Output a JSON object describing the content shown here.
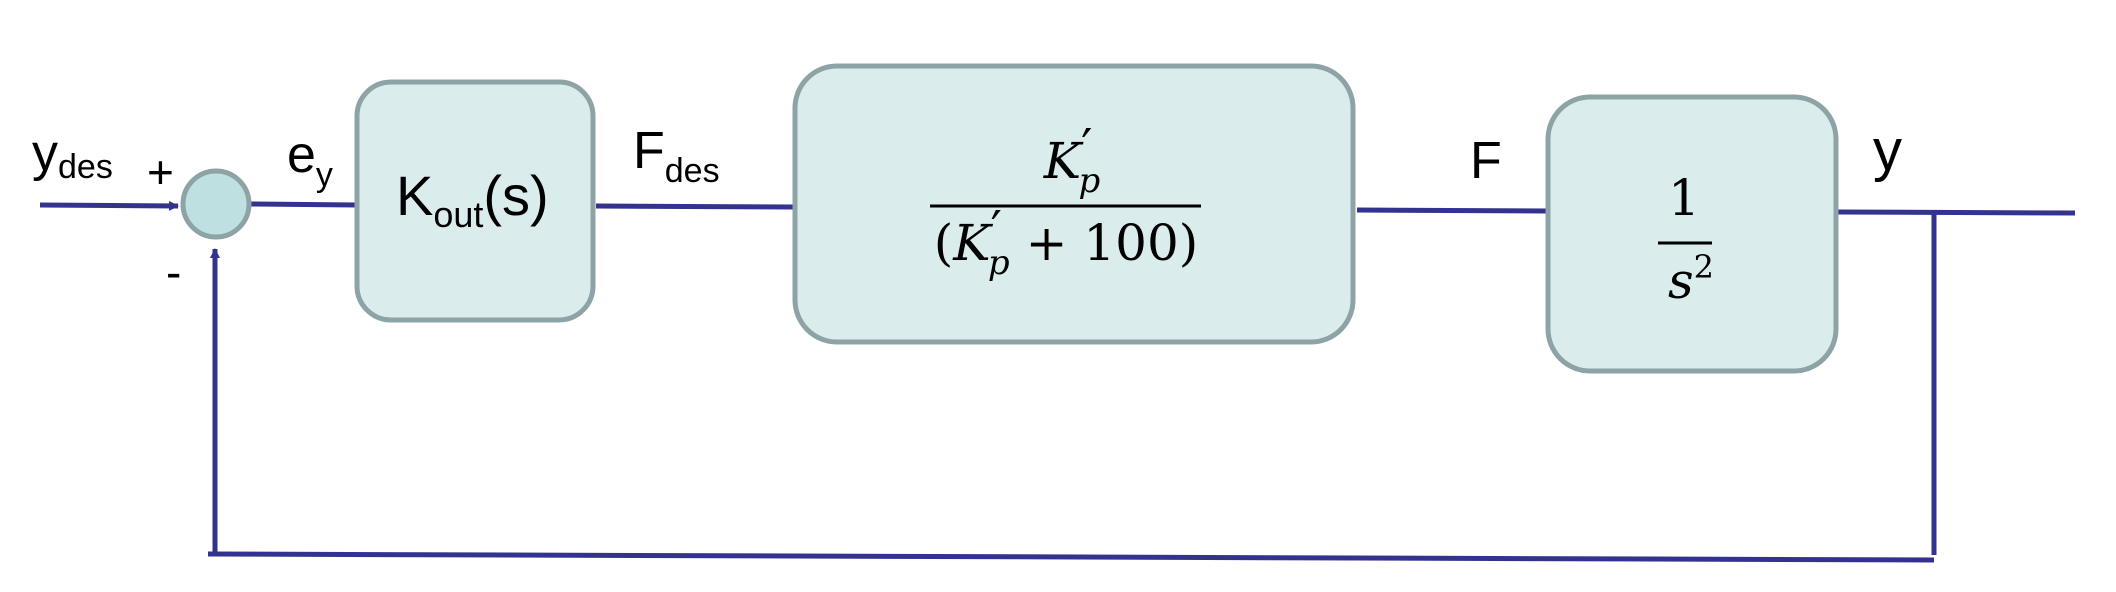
{
  "colors": {
    "line": "#33338f",
    "block_fill": "#daecec",
    "block_stroke": "#8da3a6",
    "sum_fill": "#bfe0e0"
  },
  "signals": {
    "input_main": "y",
    "input_sub": "des",
    "plus": "+",
    "minus": "-",
    "error_main": "e",
    "error_sub": "y",
    "fdes_main": "F",
    "fdes_sub": "des",
    "force": "F",
    "output": "y"
  },
  "blocks": {
    "controller": {
      "main": "K",
      "sub": "out",
      "tail": "(s)"
    },
    "actuator": {
      "num_K": "K",
      "num_prime": "′",
      "num_sub": "p",
      "den_open": "(",
      "den_K": "K",
      "den_prime": "′",
      "den_sub": "p",
      "den_rest": " + 100)"
    },
    "plant": {
      "numerator": "1",
      "den_base": "s",
      "den_exp": "2"
    }
  }
}
